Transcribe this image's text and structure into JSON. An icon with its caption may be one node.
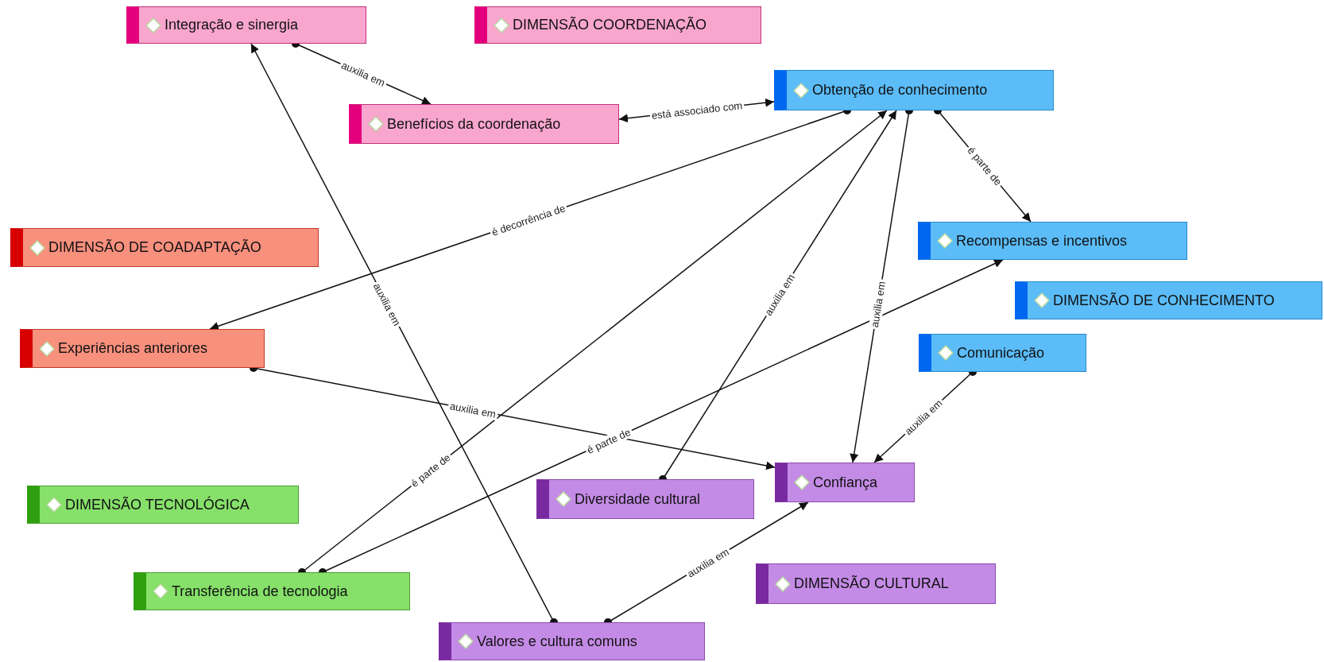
{
  "diagram": {
    "nodes": [
      {
        "text": [
          "Integração e sinergia"
        ]
      },
      {
        "text": [
          "DIMENSÃO COORDENAÇÃO"
        ]
      },
      {
        "text": [
          "Obtenção de conhecimento"
        ]
      },
      {
        "text": [
          "Benefícios da coordenação"
        ]
      },
      {
        "text": [
          "DIMENSÃO DE COADAPTAÇÃO"
        ]
      },
      {
        "text": [
          "Recompensas e incentivos"
        ]
      },
      {
        "text": [
          "DIMENSÃO DE CONHECIMENTO"
        ]
      },
      {
        "text": [
          "Experiências anteriores"
        ]
      },
      {
        "text": [
          "Comunicação"
        ]
      },
      {
        "text": [
          "Confiança"
        ]
      },
      {
        "text": [
          "Diversidade cultural"
        ]
      },
      {
        "text": [
          "DIMENSÃO TECNOLÓGICA"
        ]
      },
      {
        "text": [
          "Transferência de tecnologia"
        ]
      },
      {
        "text": [
          "DIMENSÃO CULTURAL"
        ]
      },
      {
        "text": [
          "Valores e cultura comuns"
        ]
      }
    ],
    "edges": [
      {
        "from": 0,
        "to": 3,
        "arrow": "to",
        "label": "auxilia em"
      },
      {
        "from": 3,
        "to": 2,
        "arrow": "both",
        "label": "está associado com"
      },
      {
        "from": 2,
        "to": 7,
        "arrow": "to",
        "label": "é decorrência de"
      },
      {
        "from": 2,
        "to": 5,
        "arrow": "to",
        "label": "é parte de"
      },
      {
        "from": 14,
        "to": 0,
        "arrow": "to",
        "label": "auxilia em"
      },
      {
        "from": 12,
        "to": 2,
        "arrow": "to",
        "label": "é parte de"
      },
      {
        "from": 12,
        "to": 5,
        "arrow": "to",
        "label": "é parte de"
      },
      {
        "from": 10,
        "to": 2,
        "arrow": "to",
        "label": "auxilia em"
      },
      {
        "from": 2,
        "to": 9,
        "arrow": "to",
        "label": "auxilia em"
      },
      {
        "from": 7,
        "to": 9,
        "arrow": "to",
        "label": "auxilia em"
      },
      {
        "from": 8,
        "to": 9,
        "arrow": "to",
        "label": "auxilia em"
      },
      {
        "from": 14,
        "to": 9,
        "arrow": "to",
        "label": "auxilia em"
      }
    ]
  }
}
